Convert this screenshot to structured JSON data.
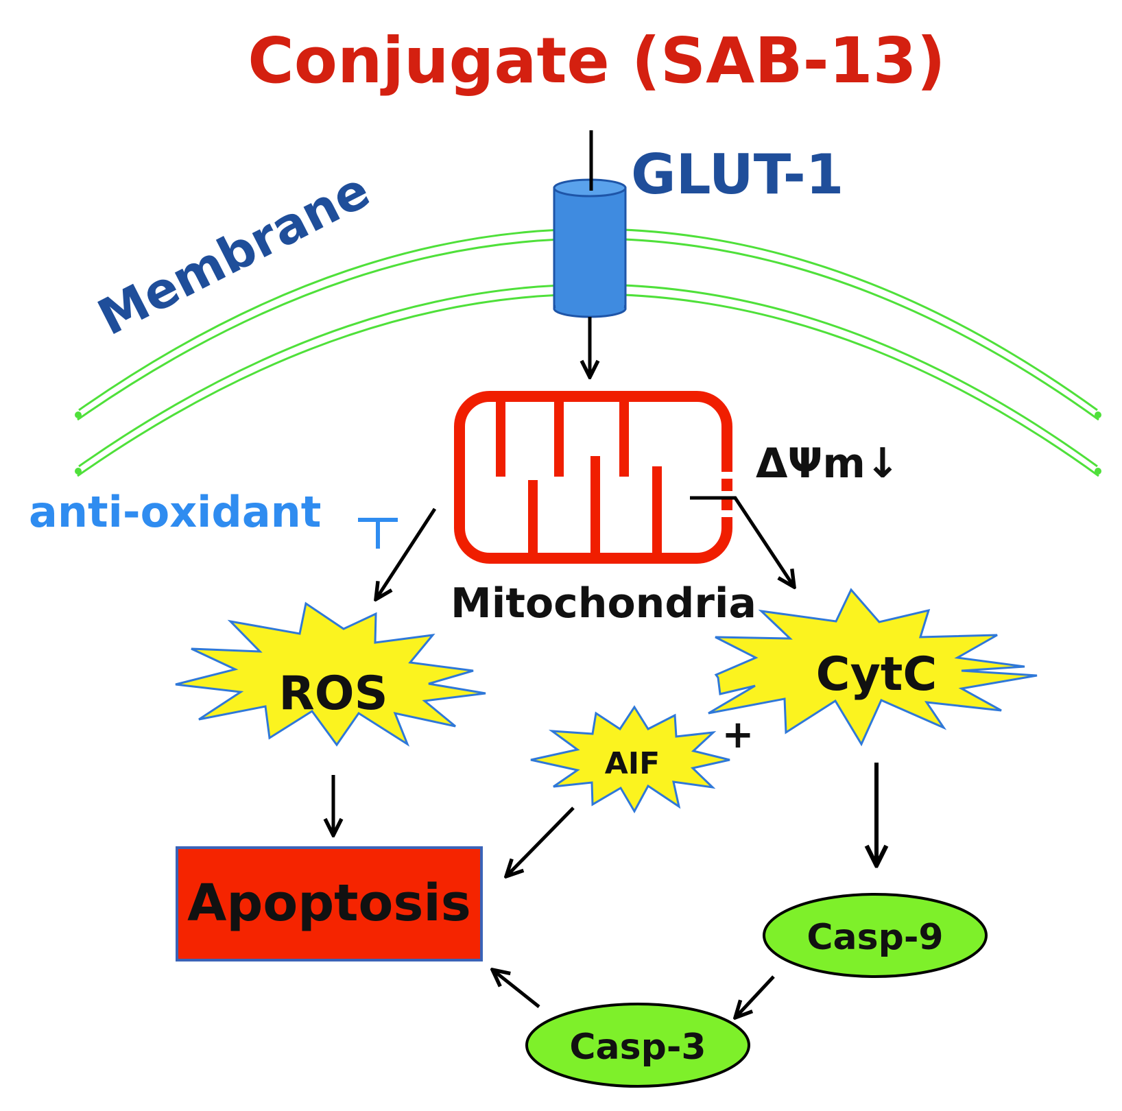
{
  "title": "Conjugate (SAB-13)",
  "labels": {
    "transporter": "GLUT-1",
    "membrane": "Membrane",
    "organelle": "Mitochondria",
    "potential": "ΔΨm↓",
    "inhibitor": "anti-oxidant",
    "plus": "+"
  },
  "nodes": {
    "ros": "ROS",
    "cytc": "CytC",
    "aif": "AIF",
    "apoptosis": "Apoptosis",
    "casp9": "Casp-9",
    "casp3": "Casp-3"
  },
  "colors": {
    "title": "#d42010",
    "blue_label": "#1f4e9a",
    "antioxidant": "#2f8cf0",
    "membrane": "#4fe03a",
    "channel": "#3f8be0",
    "mitochondria": "#f01e00",
    "burst_fill": "#fbf31f",
    "burst_stroke": "#2f78d8",
    "apoptosis_fill": "#f52400",
    "apoptosis_stroke": "#3a63b8",
    "caspase_fill": "#7ef02a"
  },
  "icons": {
    "transporter": "cylinder-channel",
    "organelle": "mitochondrion-cristae",
    "bursts": "starburst",
    "caspases": "ellipse"
  }
}
